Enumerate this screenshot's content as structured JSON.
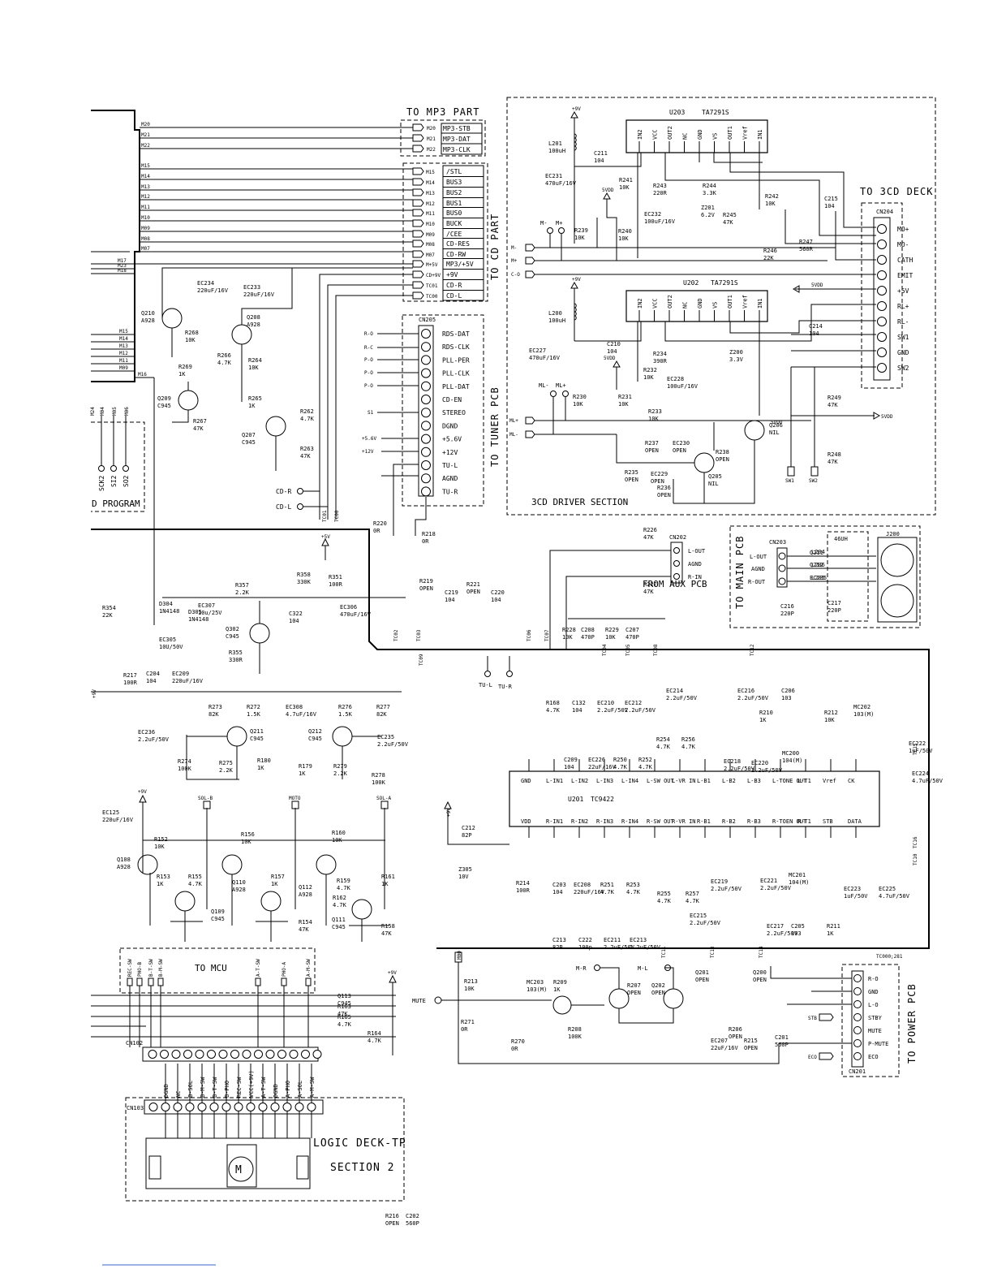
{
  "section_labels": {
    "mp3_part": "TO MP3 PART",
    "cd_part": "TO CD PART",
    "tuner_pcb": "TO TUNER PCB",
    "cd3_deck": "TO 3CD DECK",
    "cd3_driver": "3CD DRIVER SECTION",
    "main_pcb": "TO MAIN PCB",
    "aux_pcb": "FROM AUX PCB",
    "to_mcu": "TO MCU",
    "power_pcb": "TO POWER PCB",
    "logic_deck_1": "LOGIC DECK-TP",
    "logic_deck_2": "SECTION 2",
    "program": "D PROGRAM"
  },
  "ics": {
    "u203": {
      "ref": "U203",
      "part": "TA7291S",
      "pins": [
        "IN2",
        "VCC",
        "OUT2",
        "NC",
        "GND",
        "VS",
        "OUT1",
        "Vref",
        "IN1"
      ]
    },
    "u202": {
      "ref": "U202",
      "part": "TA7291S",
      "pins": [
        "IN2",
        "VCC",
        "OUT2",
        "NC",
        "GND",
        "VS",
        "OUT1",
        "Vref",
        "IN1"
      ]
    },
    "u201": {
      "ref": "U201",
      "part": "TC9422",
      "top_pins": [
        "GND",
        "L-IN1",
        "L-IN2",
        "L-IN3",
        "L-IN4",
        "L-SW OUT",
        "L-VR IN",
        "L-B1",
        "L-B2",
        "L-B3",
        "L-TONE OUT",
        "L-T1",
        "Vref",
        "CK"
      ],
      "bottom_pins": [
        "VDD",
        "R-IN1",
        "R-IN2",
        "R-IN3",
        "R-IN4",
        "R-SW OUT",
        "R-VR IN",
        "R-B1",
        "R-B2",
        "R-B3",
        "R-TOEN OUT",
        "R-T1",
        "STB",
        "DATA"
      ]
    }
  },
  "connectors": {
    "mp3": {
      "pins": [
        "M20",
        "M21",
        "M22"
      ],
      "labels": [
        "MP3-STB",
        "MP3-DAT",
        "MP3-CLK"
      ]
    },
    "cd": {
      "pins": [
        "M15",
        "M14",
        "M13",
        "M12",
        "M11",
        "M10",
        "M09",
        "M08",
        "M07",
        "M+5V",
        "CD+9V",
        "TC01",
        "TC00"
      ],
      "labels": [
        "/STL",
        "BUS3",
        "BUS2",
        "BUS1",
        "BUS0",
        "BUCK",
        "/CEE",
        "CD-RES",
        "CD-RW",
        "MP3/+5V",
        "+9V",
        "CD-R",
        "CD-L"
      ]
    },
    "cn205": {
      "ref": "CN205",
      "labels": [
        "RDS-DAT",
        "RDS-CLK",
        "PLL-PER",
        "PLL-CLK",
        "PLL-DAT",
        "CD-EN",
        "STEREO",
        "DGND",
        "+5.6V",
        "+12V",
        "TU-L",
        "AGND",
        "TU-R"
      ]
    },
    "cn204": {
      "ref": "CN204",
      "labels": [
        "MO+",
        "MO-",
        "CATH",
        "EMIT",
        "+5V",
        "RL+",
        "RL-",
        "SW1",
        "GND",
        "SW2"
      ]
    },
    "cn202": {
      "ref": "CN202",
      "labels": [
        "L-OUT",
        "AGND",
        "R-IN"
      ]
    },
    "cn203": {
      "ref": "CN203",
      "labels": [
        "L-OUT",
        "AGND",
        "R-OUT"
      ]
    },
    "cn201": {
      "ref": "CN201",
      "labels": [
        "R-O",
        "GND",
        "L-O",
        "STBY",
        "MUTE",
        "P-MUTE",
        "ECO"
      ]
    },
    "cn103": {
      "ref": "CN103",
      "labels": [
        "DGND",
        "NC",
        "B-SOL",
        "B-M-SW",
        "B-T-SW",
        "B-PHO",
        "REC-SW",
        "VCC(+9V)",
        "A-T-SW",
        "DGND",
        "A-PHO",
        "A-SOL",
        "A-M-SW"
      ]
    },
    "cn102": {
      "ref": "CN102"
    },
    "j200": {
      "ref": "J200"
    }
  },
  "left_bus_top": [
    "M20",
    "M21",
    "M22",
    "M15",
    "M14",
    "M13",
    "M12",
    "M11",
    "M10",
    "M09",
    "M08",
    "M07"
  ],
  "left_bus_mid": [
    "M17",
    "M23",
    "M18"
  ],
  "left_bus_low": [
    "M15",
    "M14",
    "M13",
    "M12",
    "M11",
    "M09",
    "M16"
  ],
  "mcu_program": [
    "SCK2",
    "SI2",
    "SO2"
  ],
  "mcu_program_top": [
    "M24",
    "M04",
    "M05",
    "M06"
  ],
  "mcu_labels": [
    "REC-SW",
    "PHO-B",
    "B-T-SW",
    "B-M-SW",
    "A-T-SW",
    "PHO-A",
    "A-M-SW"
  ],
  "components": [
    {
      "l": "L201",
      "v": "100uH"
    },
    {
      "l": "C211",
      "v": "104"
    },
    {
      "l": "EC231",
      "v": "470uF/16V"
    },
    {
      "l": "R241",
      "v": "10K"
    },
    {
      "l": "R243",
      "v": "220R"
    },
    {
      "l": "R244",
      "v": "3.3K"
    },
    {
      "l": "R242",
      "v": "10K"
    },
    {
      "l": "C215",
      "v": "104"
    },
    {
      "l": "EC232",
      "v": "100uF/16V"
    },
    {
      "l": "Z201",
      "v": "6.2V"
    },
    {
      "l": "R245",
      "v": "47K"
    },
    {
      "l": "R239",
      "v": "10K"
    },
    {
      "l": "R240",
      "v": "10K"
    },
    {
      "l": "R246",
      "v": "22K"
    },
    {
      "l": "R247",
      "v": "560R"
    },
    {
      "l": "L200",
      "v": "100uH"
    },
    {
      "l": "C210",
      "v": "104"
    },
    {
      "l": "EC227",
      "v": "470uF/16V"
    },
    {
      "l": "R234",
      "v": "390R"
    },
    {
      "l": "R232",
      "v": "10K"
    },
    {
      "l": "EC228",
      "v": "100uF/16V"
    },
    {
      "l": "Z200",
      "v": "3.3V"
    },
    {
      "l": "C214",
      "v": "104"
    },
    {
      "l": "R230",
      "v": "10K"
    },
    {
      "l": "R231",
      "v": "10K"
    },
    {
      "l": "R233",
      "v": "10K"
    },
    {
      "l": "R249",
      "v": "47K"
    },
    {
      "l": "R248",
      "v": "47K"
    },
    {
      "l": "R237",
      "v": "OPEN"
    },
    {
      "l": "EC230",
      "v": "OPEN"
    },
    {
      "l": "R238",
      "v": "OPEN"
    },
    {
      "l": "Q206",
      "v": "NIL"
    },
    {
      "l": "R235",
      "v": "OPEN"
    },
    {
      "l": "EC229",
      "v": "OPEN"
    },
    {
      "l": "Q205",
      "v": "NIL"
    },
    {
      "l": "R236",
      "v": "OPEN"
    },
    {
      "l": "EC234",
      "v": "220uF/16V"
    },
    {
      "l": "EC233",
      "v": "220uF/16V"
    },
    {
      "l": "Q210",
      "v": "A928"
    },
    {
      "l": "R268",
      "v": "10K"
    },
    {
      "l": "Q208",
      "v": "A928"
    },
    {
      "l": "R269",
      "v": "1K"
    },
    {
      "l": "R266",
      "v": "4.7K"
    },
    {
      "l": "R264",
      "v": "10K"
    },
    {
      "l": "Q209",
      "v": "C945"
    },
    {
      "l": "R265",
      "v": "1K"
    },
    {
      "l": "R267",
      "v": "47K"
    },
    {
      "l": "R262",
      "v": "4.7K"
    },
    {
      "l": "Q207",
      "v": "C945"
    },
    {
      "l": "R263",
      "v": "47K"
    },
    {
      "l": "R220",
      "v": "0R"
    },
    {
      "l": "R218",
      "v": "0R"
    },
    {
      "l": "R219",
      "v": "OPEN"
    },
    {
      "l": "C219",
      "v": "104"
    },
    {
      "l": "R221",
      "v": "OPEN"
    },
    {
      "l": "C220",
      "v": "104"
    },
    {
      "l": "R226",
      "v": "47K"
    },
    {
      "l": "R227",
      "v": "47K"
    },
    {
      "l": "R228",
      "v": "10K"
    },
    {
      "l": "C208",
      "v": "470P"
    },
    {
      "l": "R229",
      "v": "10K"
    },
    {
      "l": "C207",
      "v": "470P"
    },
    {
      "l": "L204",
      "v": ""
    },
    {
      "l": "L206",
      "v": ""
    },
    {
      "l": "L205",
      "v": ""
    },
    {
      "l": "C216",
      "v": "220P"
    },
    {
      "l": "C217",
      "v": "220P"
    },
    {
      "l": "R351",
      "v": "100R"
    },
    {
      "l": "R358",
      "v": "330K"
    },
    {
      "l": "R357",
      "v": "2.2K"
    },
    {
      "l": "C322",
      "v": "104"
    },
    {
      "l": "EC306",
      "v": "470uF/16V"
    },
    {
      "l": "EC307",
      "v": "10u/25V"
    },
    {
      "l": "D304",
      "v": "1N4148"
    },
    {
      "l": "D305",
      "v": "1N4148"
    },
    {
      "l": "Q302",
      "v": "C945"
    },
    {
      "l": "R354",
      "v": "22K"
    },
    {
      "l": "EC305",
      "v": "10U/50V"
    },
    {
      "l": "R355",
      "v": "330R"
    },
    {
      "l": "R217",
      "v": "100R"
    },
    {
      "l": "C204",
      "v": "104"
    },
    {
      "l": "EC209",
      "v": "220uF/16V"
    },
    {
      "l": "R273",
      "v": "82K"
    },
    {
      "l": "R272",
      "v": "1.5K"
    },
    {
      "l": "EC308",
      "v": "4.7uF/16V"
    },
    {
      "l": "R276",
      "v": "1.5K"
    },
    {
      "l": "R277",
      "v": "82K"
    },
    {
      "l": "EC236",
      "v": "2.2uF/50V"
    },
    {
      "l": "Q211",
      "v": "C945"
    },
    {
      "l": "Q212",
      "v": "C945"
    },
    {
      "l": "EC235",
      "v": "2.2uF/50V"
    },
    {
      "l": "R274",
      "v": "100K"
    },
    {
      "l": "R275",
      "v": "2.2K"
    },
    {
      "l": "R180",
      "v": "1K"
    },
    {
      "l": "R179",
      "v": "1K"
    },
    {
      "l": "R279",
      "v": "2.2K"
    },
    {
      "l": "R278",
      "v": "100K"
    },
    {
      "l": "EC125",
      "v": "220uF/16V"
    },
    {
      "l": "R152",
      "v": "10K"
    },
    {
      "l": "R156",
      "v": "10K"
    },
    {
      "l": "R160",
      "v": "10K"
    },
    {
      "l": "Q108",
      "v": "A928"
    },
    {
      "l": "R153",
      "v": "1K"
    },
    {
      "l": "R155",
      "v": "4.7K"
    },
    {
      "l": "Q110",
      "v": "A928"
    },
    {
      "l": "R157",
      "v": "1K"
    },
    {
      "l": "Q112",
      "v": "A928"
    },
    {
      "l": "R159",
      "v": "4.7K"
    },
    {
      "l": "R161",
      "v": "1K"
    },
    {
      "l": "R162",
      "v": "4.7K"
    },
    {
      "l": "Q109",
      "v": "C945"
    },
    {
      "l": "R154",
      "v": "47K"
    },
    {
      "l": "Q111",
      "v": "C945"
    },
    {
      "l": "R158",
      "v": "47K"
    },
    {
      "l": "Q113",
      "v": "C945"
    },
    {
      "l": "R163",
      "v": "47K"
    },
    {
      "l": "R165",
      "v": "4.7K"
    },
    {
      "l": "R164",
      "v": "4.7K"
    },
    {
      "l": "R168",
      "v": "4.7K"
    },
    {
      "l": "C132",
      "v": "104"
    },
    {
      "l": "EC210",
      "v": "2.2uF/50V"
    },
    {
      "l": "EC212",
      "v": "2.2uF/50V"
    },
    {
      "l": "EC214",
      "v": "2.2uF/50V"
    },
    {
      "l": "EC216",
      "v": "2.2uF/50V"
    },
    {
      "l": "C206",
      "v": "103"
    },
    {
      "l": "R210",
      "v": "1K"
    },
    {
      "l": "R212",
      "v": "10K"
    },
    {
      "l": "MC202",
      "v": "103(M)"
    },
    {
      "l": "C209",
      "v": "104"
    },
    {
      "l": "EC226",
      "v": "22uF/16V"
    },
    {
      "l": "R250",
      "v": "4.7K"
    },
    {
      "l": "R252",
      "v": "4.7K"
    },
    {
      "l": "R254",
      "v": "4.7K"
    },
    {
      "l": "R256",
      "v": "4.7K"
    },
    {
      "l": "EC218",
      "v": "2.2uF/50V"
    },
    {
      "l": "EC220",
      "v": "2.2uF/50V"
    },
    {
      "l": "MC200",
      "v": "104(M)"
    },
    {
      "l": "EC222",
      "v": "1uF/50V"
    },
    {
      "l": "EC224",
      "v": "4.7uF/50V"
    },
    {
      "l": "C212",
      "v": "82P"
    },
    {
      "l": "Z305",
      "v": "10V"
    },
    {
      "l": "R214",
      "v": "100R"
    },
    {
      "l": "C203",
      "v": "104"
    },
    {
      "l": "EC208",
      "v": "220uF/16V"
    },
    {
      "l": "R251",
      "v": "4.7K"
    },
    {
      "l": "R253",
      "v": "4.7K"
    },
    {
      "l": "R255",
      "v": "4.7K"
    },
    {
      "l": "R257",
      "v": "4.7K"
    },
    {
      "l": "EC219",
      "v": "2.2uF/50V"
    },
    {
      "l": "EC221",
      "v": "2.2uF/50V"
    },
    {
      "l": "MC201",
      "v": "104(M)"
    },
    {
      "l": "EC223",
      "v": "1uF/50V"
    },
    {
      "l": "EC225",
      "v": "4.7uF/50V"
    },
    {
      "l": "C213",
      "v": "82P"
    },
    {
      "l": "C222",
      "v": "100p"
    },
    {
      "l": "EC211",
      "v": "2.2uF/50V"
    },
    {
      "l": "EC213",
      "v": "2.2uF/50V"
    },
    {
      "l": "EC215",
      "v": "2.2uF/50V"
    },
    {
      "l": "EC217",
      "v": "2.2uF/50V"
    },
    {
      "l": "C205",
      "v": "103"
    },
    {
      "l": "R211",
      "v": "1K"
    },
    {
      "l": "R213",
      "v": "10K"
    },
    {
      "l": "MC203",
      "v": "103(M)"
    },
    {
      "l": "R209",
      "v": "1K"
    },
    {
      "l": "R207",
      "v": "OPEN"
    },
    {
      "l": "Q202",
      "v": "OPEN"
    },
    {
      "l": "Q201",
      "v": "OPEN"
    },
    {
      "l": "Q200",
      "v": "OPEN"
    },
    {
      "l": "R271",
      "v": "0R"
    },
    {
      "l": "R270",
      "v": "0R"
    },
    {
      "l": "R208",
      "v": "100K"
    },
    {
      "l": "EC207",
      "v": "22uF/16V"
    },
    {
      "l": "R206",
      "v": "OPEN"
    },
    {
      "l": "R215",
      "v": "OPEN"
    },
    {
      "l": "C201",
      "v": "560P"
    },
    {
      "l": "R216",
      "v": "OPEN"
    },
    {
      "l": "C202",
      "v": "560P"
    }
  ],
  "nets": {
    "p9v": "+9V",
    "p5vdd": "5VDD",
    "p5v6": "+5.6V",
    "p12v": "+12V",
    "p5v": "+5V",
    "m_minus": "M-",
    "m_plus": "M+",
    "ml_minus": "ML-",
    "ml_plus": "ML+",
    "c_o": "C-O",
    "cd_r": "CD-R",
    "cd_l": "CD-L",
    "tu_l": "TU-L",
    "tu_r": "TU-R",
    "s1": "S1",
    "sw1": "SW1",
    "sw2": "SW2",
    "mute": "MUTE",
    "m_r": "M-R",
    "m_l": "M-L",
    "stb": "STB",
    "eco": "ECO",
    "sol_b": "SOL-B",
    "sol_a": "SOL-A",
    "moto": "MOTO",
    "m00": "M00",
    "l46": "46UH",
    "tc_note": "TC000;281",
    "tc": [
      "TC01",
      "TC00",
      "TC02",
      "TC03",
      "TC09",
      "TC06",
      "TC07",
      "TC08",
      "TC04",
      "TC05",
      "TC12",
      "TC13",
      "TC14",
      "TC16",
      "TC10",
      "TC15",
      "TC11"
    ],
    "r_o": "R-O",
    "l_o": "L-O",
    "p_o": "P-O",
    "r_c": "R-C"
  }
}
